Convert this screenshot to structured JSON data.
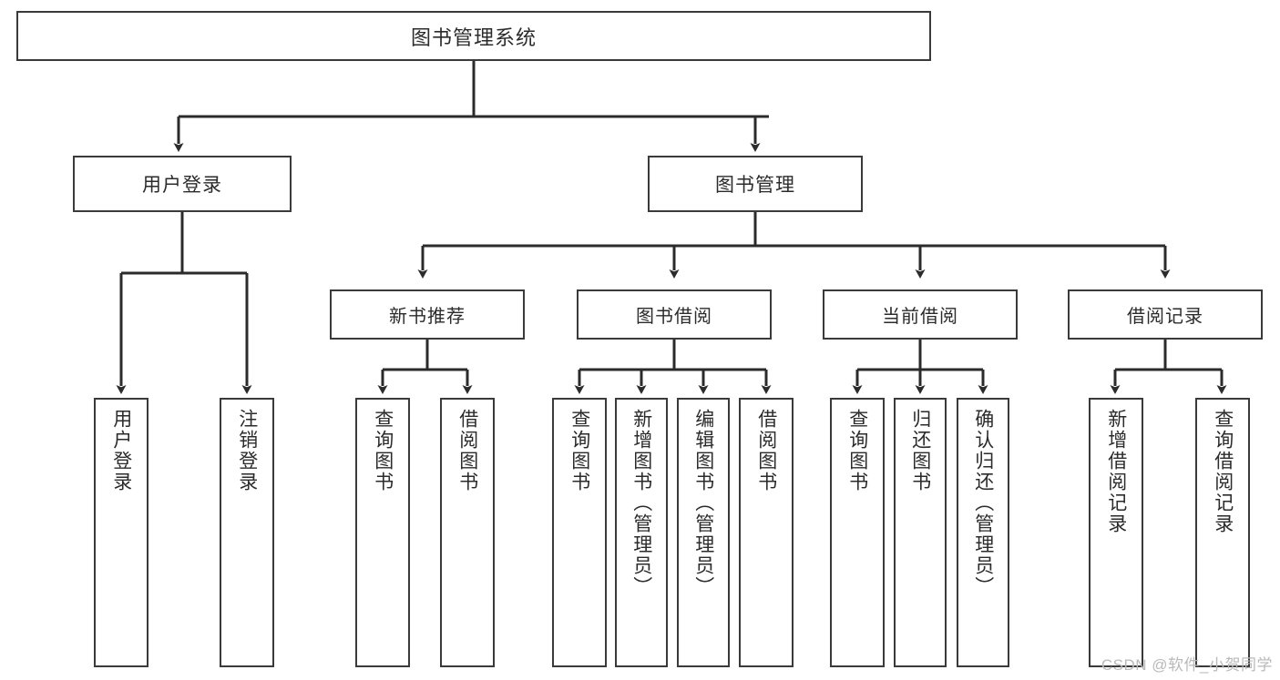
{
  "diagram": {
    "title": "图书管理系统",
    "type": "tree",
    "root": {
      "label": "图书管理系统"
    },
    "level1": [
      {
        "label": "用户登录"
      },
      {
        "label": "图书管理"
      }
    ],
    "level2": [
      {
        "label": "新书推荐"
      },
      {
        "label": "图书借阅"
      },
      {
        "label": "当前借阅"
      },
      {
        "label": "借阅记录"
      }
    ],
    "leaves": {
      "user_login": [
        {
          "label": "用户登录"
        },
        {
          "label": "注销登录"
        }
      ],
      "new_book_recommend": [
        {
          "label": "查询图书"
        },
        {
          "label": "借阅图书"
        }
      ],
      "book_borrow": [
        {
          "label": "查询图书"
        },
        {
          "label": "新增图书（管理员）"
        },
        {
          "label": "编辑图书（管理员）"
        },
        {
          "label": "借阅图书"
        }
      ],
      "current_borrow": [
        {
          "label": "查询图书"
        },
        {
          "label": "归还图书"
        },
        {
          "label": "确认归还（管理员）"
        }
      ],
      "borrow_record": [
        {
          "label": "新增借阅记录"
        },
        {
          "label": "查询借阅记录"
        }
      ]
    }
  },
  "watermark": {
    "text": "CSDN @软件_小贺同学"
  },
  "colors": {
    "border": "#3a3a3a",
    "text": "#2b2b2b",
    "background": "#ffffff",
    "watermark": "#b9b9b9"
  }
}
